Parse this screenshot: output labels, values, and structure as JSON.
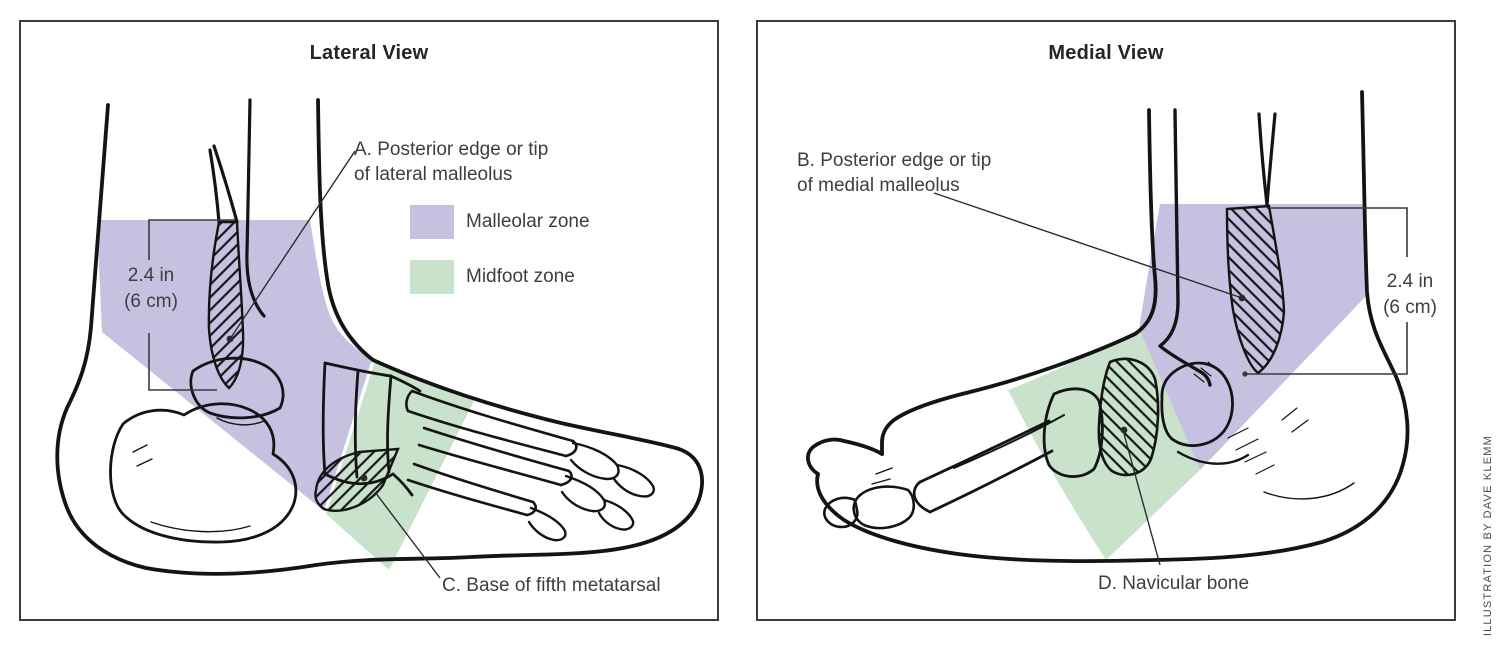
{
  "panels": {
    "lateral": {
      "title": "Lateral View",
      "annotations": {
        "a_line1": "A. Posterior edge or tip",
        "a_line2": "of lateral malleolus",
        "c": "C. Base of fifth metatarsal"
      },
      "measurement": {
        "line1": "2.4 in",
        "line2": "(6 cm)"
      },
      "legend": [
        {
          "label": "Malleolar zone"
        },
        {
          "label": "Midfoot zone"
        }
      ]
    },
    "medial": {
      "title": "Medial View",
      "annotations": {
        "b_line1": "B. Posterior edge or tip",
        "b_line2": "of medial malleolus",
        "d": "D. Navicular bone"
      },
      "measurement": {
        "line1": "2.4 in",
        "line2": "(6 cm)"
      }
    }
  },
  "credit": "ILLUSTRATION BY DAVE KLEMM",
  "colors": {
    "malleolar_zone": "#c6c1e1",
    "midfoot_zone": "#c8e2cb",
    "line_art": "#141414",
    "label_text": "#3e3e3e",
    "panel_border": "#3c3c3c"
  }
}
